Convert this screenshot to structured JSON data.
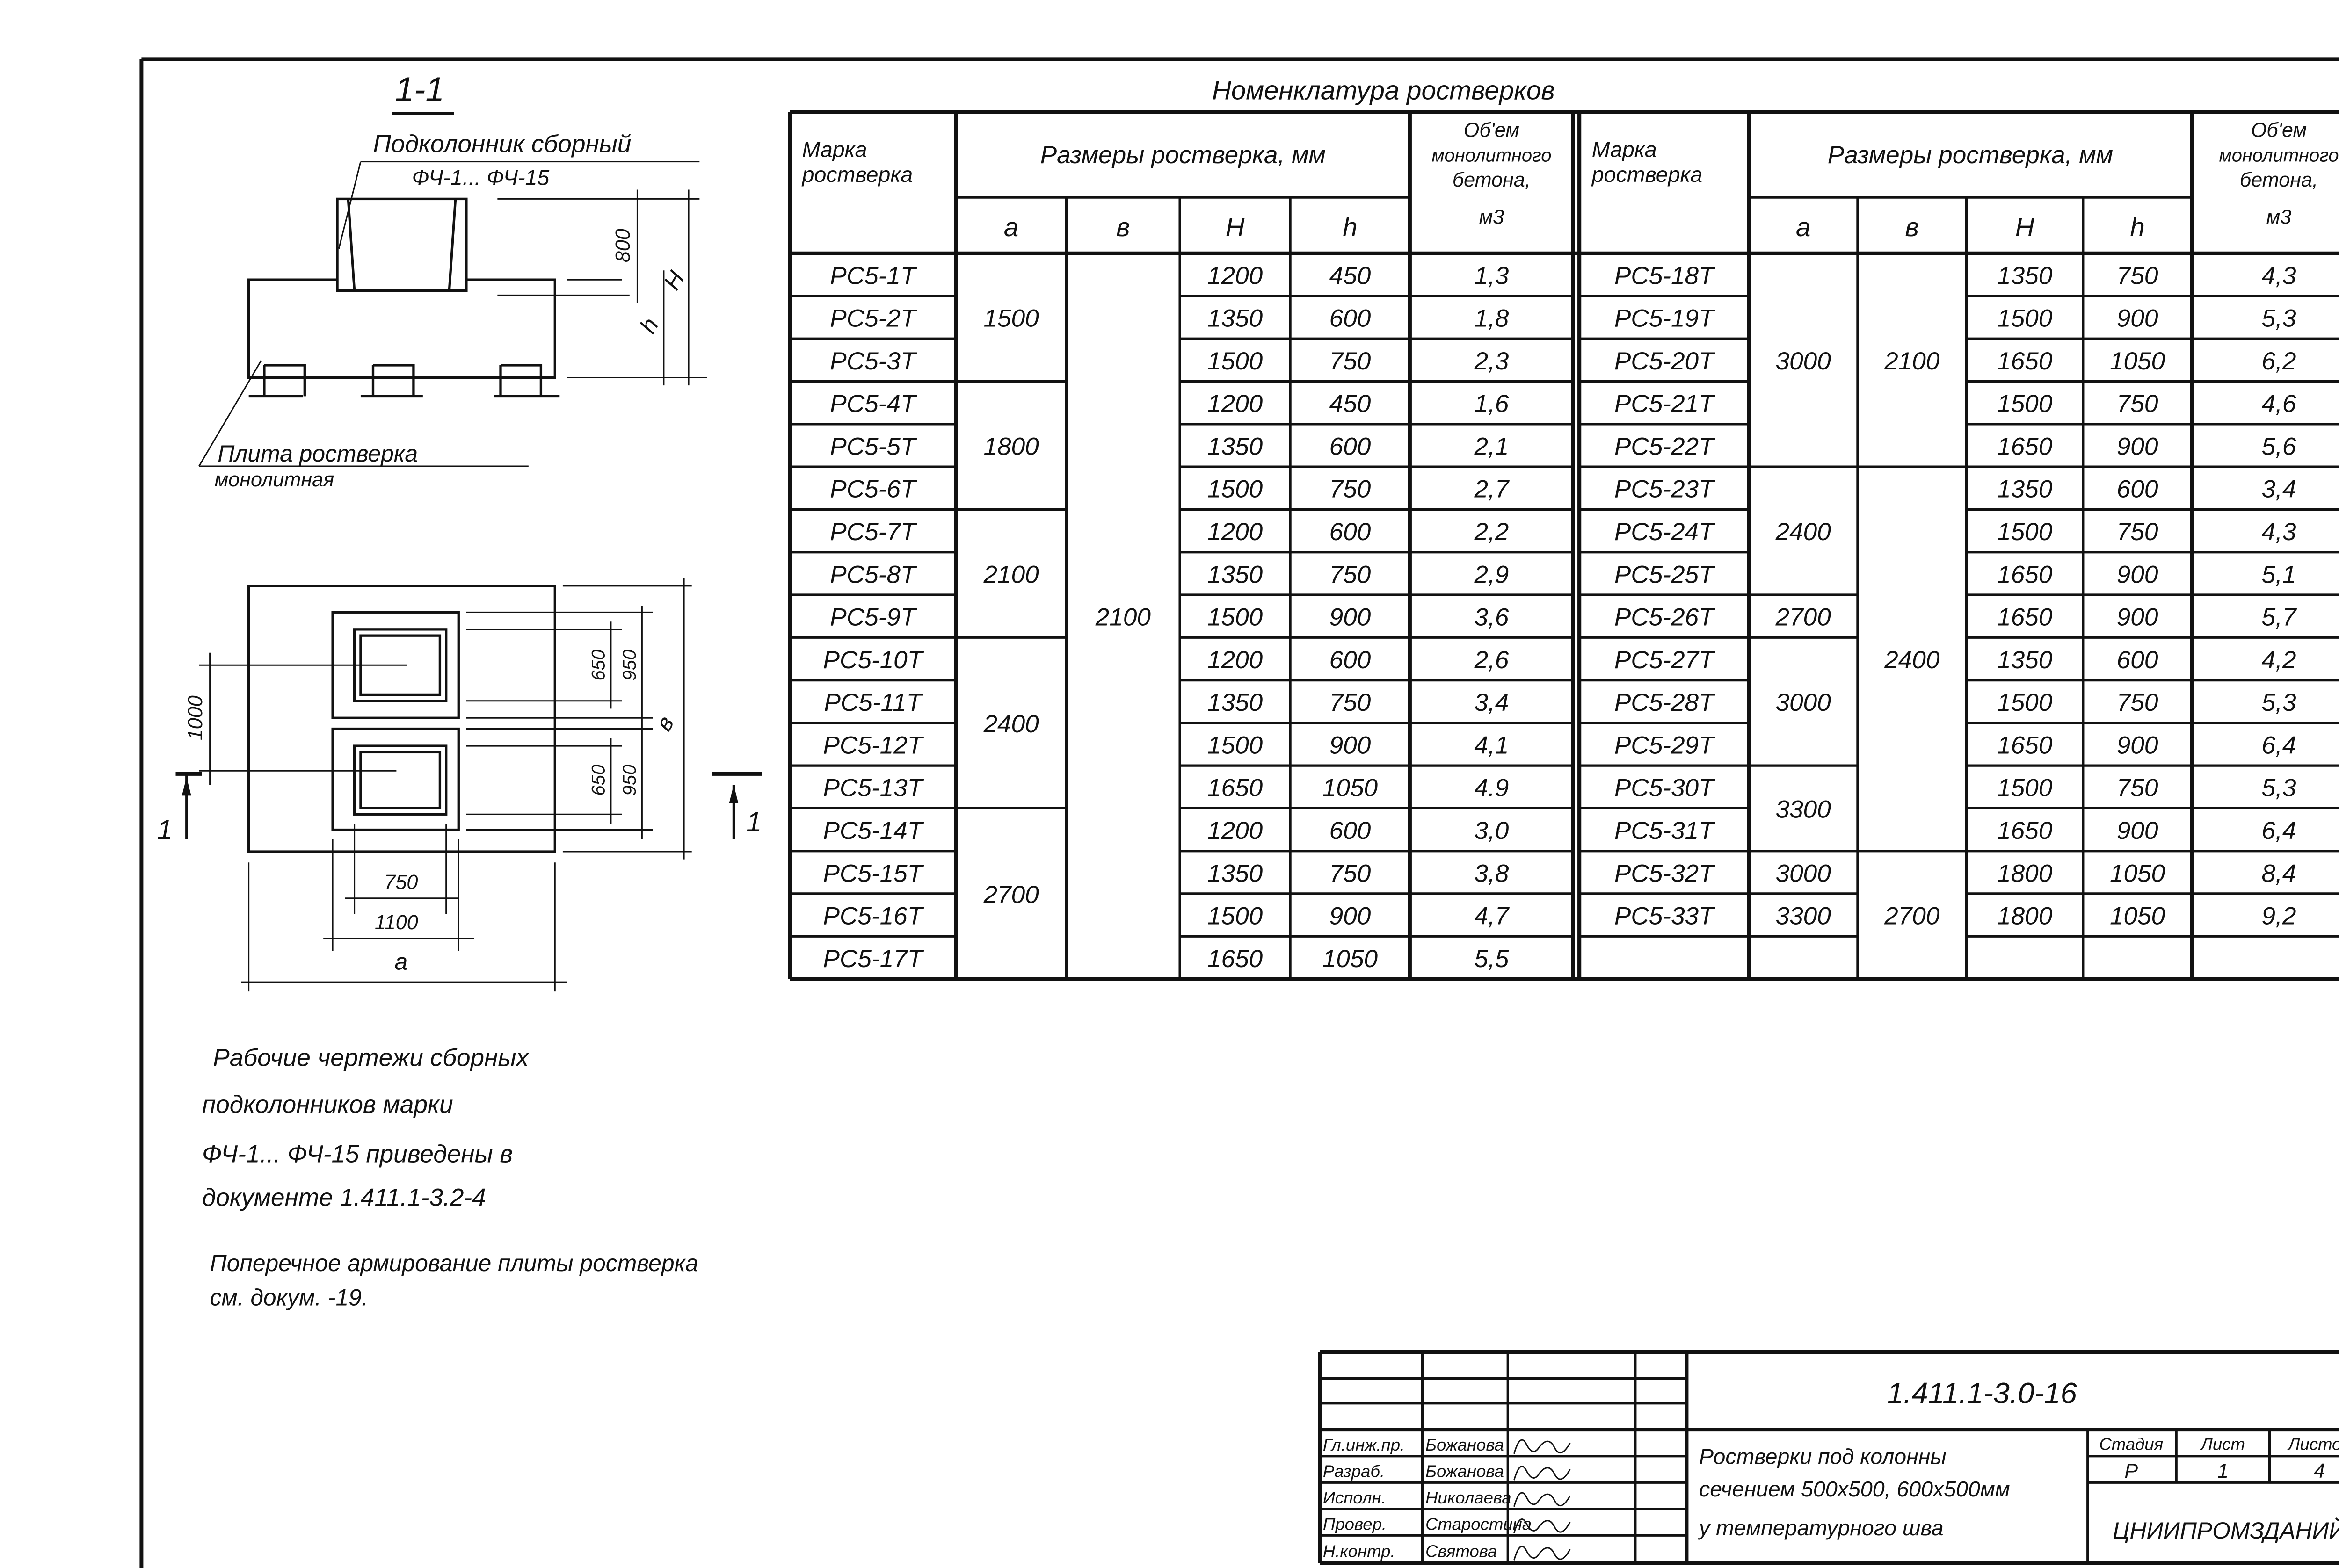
{
  "section": {
    "title": "1-1",
    "column_label_1": "Подколонник сборный",
    "column_label_2": "ФЧ-1... ФЧ-15",
    "slab_label_1": "Плита ростверка",
    "slab_label_2": "монолитная",
    "dim_800": "800",
    "dim_h": "h",
    "dim_H": "H"
  },
  "plan": {
    "dim_1000": "1000",
    "dim_650_top": "650",
    "dim_950_top": "950",
    "dim_650_bottom": "650",
    "dim_950_bottom": "950",
    "dim_b": "в",
    "dim_750": "750",
    "dim_1100": "1100",
    "dim_a": "a",
    "cut_left": "1",
    "cut_right": "1"
  },
  "notes": [
    "Рабочие чертежи сборных",
    "подколонников марки",
    "ФЧ-1... ФЧ-15 приведены в",
    "документе 1.411.1-3.2-4",
    "Поперечное армирование плиты ростверка",
    "см. докум. -19."
  ],
  "table": {
    "title": "Номенклатура ростверков",
    "headers": {
      "mark_1": "Марка",
      "mark_2": "ростверка",
      "dims": "Размеры ростверка, мм",
      "a": "a",
      "b": "в",
      "H": "H",
      "h": "h",
      "vol_1": "Об'ем",
      "vol_2": "монолитного",
      "vol_3": "бетона,",
      "vol_4": "м3"
    },
    "left": {
      "rows": [
        {
          "mark": "РС5-1Т",
          "H": "1200",
          "h": "450",
          "vol": "1,3"
        },
        {
          "mark": "РС5-2Т",
          "H": "1350",
          "h": "600",
          "vol": "1,8"
        },
        {
          "mark": "РС5-3Т",
          "H": "1500",
          "h": "750",
          "vol": "2,3"
        },
        {
          "mark": "РС5-4Т",
          "H": "1200",
          "h": "450",
          "vol": "1,6"
        },
        {
          "mark": "РС5-5Т",
          "H": "1350",
          "h": "600",
          "vol": "2,1"
        },
        {
          "mark": "РС5-6Т",
          "H": "1500",
          "h": "750",
          "vol": "2,7"
        },
        {
          "mark": "РС5-7Т",
          "H": "1200",
          "h": "600",
          "vol": "2,2"
        },
        {
          "mark": "РС5-8Т",
          "H": "1350",
          "h": "750",
          "vol": "2,9"
        },
        {
          "mark": "РС5-9Т",
          "H": "1500",
          "h": "900",
          "vol": "3,6"
        },
        {
          "mark": "РС5-10Т",
          "H": "1200",
          "h": "600",
          "vol": "2,6"
        },
        {
          "mark": "РС5-11Т",
          "H": "1350",
          "h": "750",
          "vol": "3,4"
        },
        {
          "mark": "РС5-12Т",
          "H": "1500",
          "h": "900",
          "vol": "4,1"
        },
        {
          "mark": "РС5-13Т",
          "H": "1650",
          "h": "1050",
          "vol": "4.9"
        },
        {
          "mark": "РС5-14Т",
          "H": "1200",
          "h": "600",
          "vol": "3,0"
        },
        {
          "mark": "РС5-15Т",
          "H": "1350",
          "h": "750",
          "vol": "3,8"
        },
        {
          "mark": "РС5-16Т",
          "H": "1500",
          "h": "900",
          "vol": "4,7"
        },
        {
          "mark": "РС5-17Т",
          "H": "1650",
          "h": "1050",
          "vol": "5,5"
        }
      ],
      "a_groups": [
        {
          "value": "1500",
          "span": 3
        },
        {
          "value": "1800",
          "span": 3
        },
        {
          "value": "2100",
          "span": 3
        },
        {
          "value": "2400",
          "span": 4
        },
        {
          "value": "2700",
          "span": 4
        }
      ],
      "b_groups": [
        {
          "value": "2100",
          "span": 17
        }
      ]
    },
    "right": {
      "rows": [
        {
          "mark": "РС5-18Т",
          "H": "1350",
          "h": "750",
          "vol": "4,3"
        },
        {
          "mark": "РС5-19Т",
          "H": "1500",
          "h": "900",
          "vol": "5,3"
        },
        {
          "mark": "РС5-20Т",
          "H": "1650",
          "h": "1050",
          "vol": "6,2"
        },
        {
          "mark": "РС5-21Т",
          "H": "1500",
          "h": "750",
          "vol": "4,6"
        },
        {
          "mark": "РС5-22Т",
          "H": "1650",
          "h": "900",
          "vol": "5,6"
        },
        {
          "mark": "РС5-23Т",
          "H": "1350",
          "h": "600",
          "vol": "3,4"
        },
        {
          "mark": "РС5-24Т",
          "H": "1500",
          "h": "750",
          "vol": "4,3"
        },
        {
          "mark": "РС5-25Т",
          "H": "1650",
          "h": "900",
          "vol": "5,1"
        },
        {
          "mark": "РС5-26Т",
          "H": "1650",
          "h": "900",
          "vol": "5,7"
        },
        {
          "mark": "РС5-27Т",
          "H": "1350",
          "h": "600",
          "vol": "4,2"
        },
        {
          "mark": "РС5-28Т",
          "H": "1500",
          "h": "750",
          "vol": "5,3"
        },
        {
          "mark": "РС5-29Т",
          "H": "1650",
          "h": "900",
          "vol": "6,4"
        },
        {
          "mark": "РС5-30Т",
          "H": "1500",
          "h": "750",
          "vol": "5,3"
        },
        {
          "mark": "РС5-31Т",
          "H": "1650",
          "h": "900",
          "vol": "6,4"
        },
        {
          "mark": "РС5-32Т",
          "H": "1800",
          "h": "1050",
          "vol": "8,4"
        },
        {
          "mark": "РС5-33Т",
          "H": "1800",
          "h": "1050",
          "vol": "9,2"
        },
        {
          "mark": "",
          "H": "",
          "h": "",
          "vol": ""
        }
      ],
      "a_groups": [
        {
          "value": "3000",
          "span": 5
        },
        {
          "value": "2400",
          "span": 3
        },
        {
          "value": "2700",
          "span": 1
        },
        {
          "value": "3000",
          "span": 3
        },
        {
          "value": "3300",
          "span": 2
        },
        {
          "value": "3000",
          "span": 1
        },
        {
          "value": "3300",
          "span": 1
        },
        {
          "value": "",
          "span": 1
        }
      ],
      "b_groups": [
        {
          "value": "2100",
          "span": 5
        },
        {
          "value": "2400",
          "span": 9
        },
        {
          "value": "2700",
          "span": 3
        }
      ]
    }
  },
  "title_block": {
    "code": "1.411.1-3.0-16",
    "description": [
      "Ростверки под колонны",
      "сечением 500x500, 600x500мм",
      "у температурного шва"
    ],
    "stage_header": "Стадия",
    "sheet_header": "Лист",
    "sheets_header": "Листов",
    "stage": "Р",
    "sheet": "1",
    "sheets": "4",
    "organization": "ЦНИИПРОМЗДАНИЙ",
    "signatures": [
      {
        "role": "Гл.инж.пр.",
        "name": "Божанова"
      },
      {
        "role": "Разраб.",
        "name": "Божанова"
      },
      {
        "role": "Исполн.",
        "name": "Николаева"
      },
      {
        "role": "Провер.",
        "name": "Старостина"
      },
      {
        "role": "Н.контр.",
        "name": "Святова"
      }
    ]
  }
}
